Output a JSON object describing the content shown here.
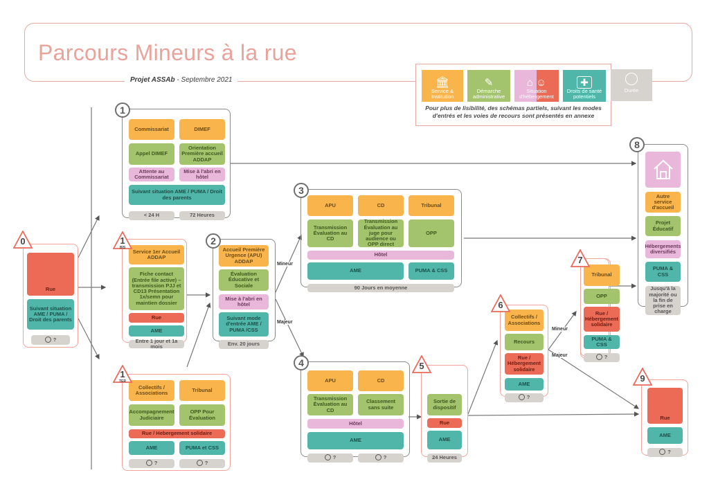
{
  "header": {
    "title": "Parcours Mineurs à la rue",
    "subtitle_bold": "Projet ASSAb",
    "subtitle_rest": " - Septembre 2021"
  },
  "legend": {
    "items": [
      {
        "label": "Service & Institution",
        "icon": "bank-icon",
        "color": "#f9b54c"
      },
      {
        "label": "Démarche administrative",
        "icon": "document-pen-icon",
        "color": "#a3c46d"
      },
      {
        "label": "Situation d'hébergement",
        "icon": "house-icon",
        "color": "#e9b7d9"
      },
      {
        "label": "Droits de santé potentiels",
        "icon": "medical-cross-icon",
        "color": "#4fb6a9"
      },
      {
        "label": "Durée",
        "icon": "clock-icon",
        "color": "#d6d2cd"
      }
    ],
    "note": "Pour plus de lisibilité, des schémas partiels, suivant les modes d'entrés et les voies de recours sont présentés en annexe"
  },
  "colors": {
    "service": "#f9b54c",
    "demarche": "#a3c46d",
    "hebergement": "#e9b7d9",
    "rue": "#ec6b56",
    "sante": "#4fb6a9",
    "duree": "#d6d2cd",
    "accent": "#e8a39a"
  },
  "nodes": {
    "n0": {
      "badge": "0",
      "rue": "Rue",
      "sante": "Suivant situation AME / PUMA / Droit des parents",
      "duree": "?"
    },
    "n1": {
      "badge": "1",
      "c1": "Commissariat",
      "c2": "DIMEF",
      "d1": "Appel DIMEF",
      "d2": "Orientation Première accueil ADDAP",
      "h1": "Attente au Commissariat",
      "h2": "Mise à l'abri en hôtel",
      "sante": "Suivant situation AME / PUMA / Droit des parents",
      "t1": "< 24 H",
      "t2": "72 Heures"
    },
    "n1bis": {
      "badge": "1",
      "sub": "BIS",
      "service": "Service 1er Accueil ADDAP",
      "demarche": "Fiche contact (Entrée file active) – transmission PJJ et CD13 Présentation 1x/semn pour maintien dossier",
      "rue": "Rue",
      "sante": "AME",
      "duree": "Entre 1 jour et 1a mois"
    },
    "n1ter": {
      "badge": "1",
      "sub": "TER",
      "c1": "Collectifs / Associations",
      "c2": "Tribunal",
      "d1": "Accompagnement Judiciaire",
      "d2": "OPP Pour Évaluation",
      "rue": "Rue / Hebergement solidaire",
      "s1": "AME",
      "s2": "PUMA et CSS",
      "t1": "?",
      "t2": "?"
    },
    "n2": {
      "badge": "2",
      "service": "Accueil Première Urgence (APU) ADDAP",
      "demarche": "Évaluation Éducative et Sociale",
      "heberg": "Mise à l'abri en hôtel",
      "sante": "Suivant mode d'entrée AME / PUMA /CSS",
      "duree": "Env. 20 jours"
    },
    "n3": {
      "badge": "3",
      "c1": "APU",
      "c2": "CD",
      "c3": "Tribunal",
      "d1": "Transmission Évaluation au CD",
      "d2": "Transmission Évaluation au juge pour audience ou OPP direct",
      "d3": "OPP",
      "heberg": "Hôtel",
      "s1": "AME",
      "s2": "PUMA & CSS",
      "duree": "90 Jours en moyenne"
    },
    "n4": {
      "badge": "4",
      "c1": "APU",
      "c2": "CD",
      "d1": "Transmission Évaluation au CD",
      "d2": "Classement sans suite",
      "heberg": "Hôtel",
      "sante": "AME",
      "t1": "?",
      "t2": "?"
    },
    "n5": {
      "badge": "5",
      "demarche": "Sortie de dispositif",
      "rue": "Rue",
      "sante": "AME",
      "duree": "24 Heures"
    },
    "n6": {
      "badge": "6",
      "service": "Collectifs / Associations",
      "demarche": "Recours",
      "rue": "Rue / Hébergement solidaire",
      "sante": "AME",
      "duree": "?"
    },
    "n7": {
      "badge": "7",
      "service": "Tribunal",
      "demarche": "OPP",
      "rue": "Rue / Hébergement solidaire",
      "sante": "PUMA & CSS",
      "duree": "?"
    },
    "n8": {
      "badge": "8",
      "service": "Autre service d'accueil",
      "demarche": "Projet Éducatif",
      "heberg": "Hébergements diversifiés",
      "sante": "PUMA & CSS",
      "duree": "Jusqu'à la majorité ou la fin de prise en charge"
    },
    "n9": {
      "badge": "9",
      "rue": "Rue",
      "sante": "AME",
      "duree": "?"
    }
  },
  "edge_labels": {
    "n2_mineur": "Mineur",
    "n2_majeur": "Majeur",
    "n6_mineur": "Mineur",
    "n6_majeur": "Majeur"
  }
}
